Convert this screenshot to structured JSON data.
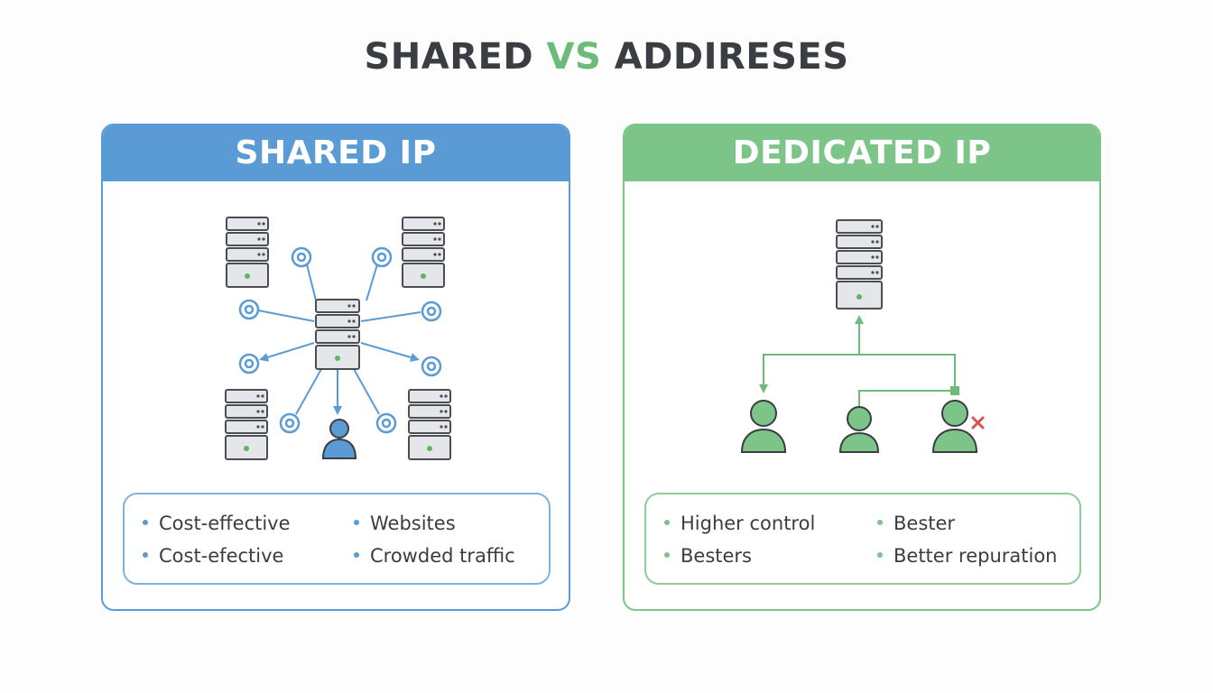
{
  "title": {
    "part1": "SHARED",
    "part2": "VS",
    "part3": "ADDIRESES"
  },
  "colors": {
    "shared_accent": "#5b9bd5",
    "dedicated_accent": "#7cc488",
    "title_text": "#3a3d42",
    "server_fill": "#e4e6ea",
    "server_stroke": "#4a4d52",
    "status_led": "#5cb85c",
    "error_mark": "#d9534f"
  },
  "shared_panel": {
    "header": "SHARED IP",
    "features": [
      [
        "Cost-effective",
        "Websites"
      ],
      [
        "Cost-efective",
        "Crowded traffic"
      ]
    ]
  },
  "dedicated_panel": {
    "header": "DEDICATED IP",
    "features": [
      [
        "Higher control",
        "Bester"
      ],
      [
        "Besters",
        "Better repuration"
      ]
    ]
  },
  "icons": {
    "server": "server-rack-icon",
    "ip_node": "ip-node-icon",
    "user": "user-icon",
    "blocked_user": "blocked-user-icon",
    "error": "error-x-icon"
  }
}
